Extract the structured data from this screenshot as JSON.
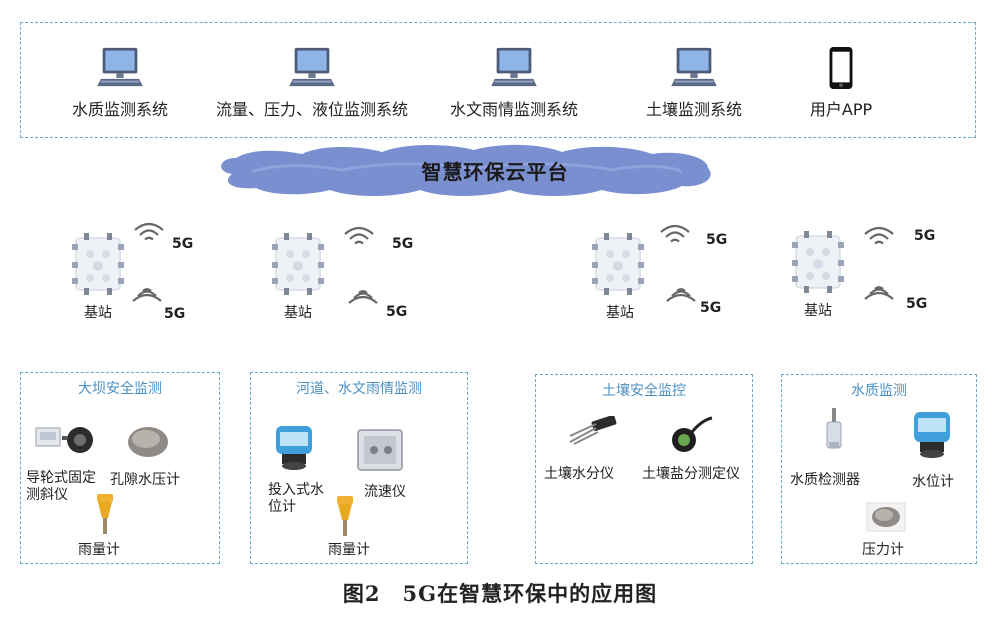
{
  "top_systems": [
    {
      "label": "水质监测系统",
      "icon": "computer-icon"
    },
    {
      "label": "流量、压力、液位监测系统",
      "icon": "computer-icon"
    },
    {
      "label": "水文雨情监测系统",
      "icon": "computer-icon"
    },
    {
      "label": "土壤监测系统",
      "icon": "computer-icon"
    },
    {
      "label": "用户APP",
      "icon": "smartphone-icon"
    }
  ],
  "cloud": {
    "label": "智慧环保云平台"
  },
  "signal_label": "5G",
  "base_station_label": "基站",
  "groups": [
    {
      "title": "大坝安全监测",
      "devices": [
        "导轮式固定测斜仪",
        "孔隙水压计",
        "雨量计"
      ]
    },
    {
      "title": "河道、水文雨情监测",
      "devices": [
        "投入式水位计",
        "流速仪",
        "雨量计"
      ]
    },
    {
      "title": "土壤安全监控",
      "devices": [
        "土壤水分仪",
        "土壤盐分测定仪"
      ]
    },
    {
      "title": "水质监测",
      "devices": [
        "水质检测器",
        "水位计",
        "压力计"
      ]
    }
  ],
  "caption": "图2　5G在智慧环保中的应用图",
  "colors": {
    "cloud": "#7a8fd0",
    "border": "#6aa7c9",
    "group_title": "#4a90c6"
  }
}
